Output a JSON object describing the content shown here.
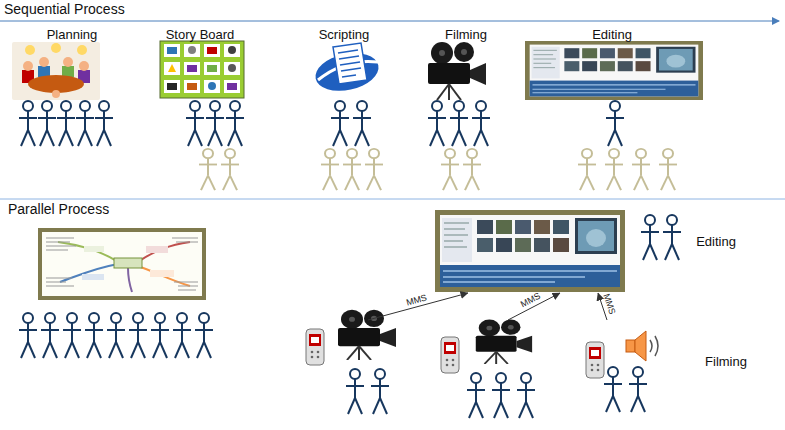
{
  "diagram": {
    "nodes": [
      {
        "text": [
          "Planning"
        ]
      },
      {
        "text": [
          "Story Board"
        ]
      },
      {
        "text": [
          "Scripting"
        ]
      },
      {
        "text": [
          "Filming"
        ]
      },
      {
        "text": [
          "Editing"
        ]
      },
      {
        "text": [
          "Editing"
        ]
      },
      {
        "text": [
          "Filming"
        ]
      }
    ],
    "edges": [
      {
        "from": 6,
        "to": 5,
        "label": "MMS",
        "arrow": "to"
      },
      {
        "from": 6,
        "to": 5,
        "label": "MMS",
        "arrow": "to"
      },
      {
        "from": 6,
        "to": 5,
        "label": "MMS",
        "arrow": "to"
      }
    ],
    "labels": [
      "Sequential Process",
      "Parallel Process"
    ]
  }
}
